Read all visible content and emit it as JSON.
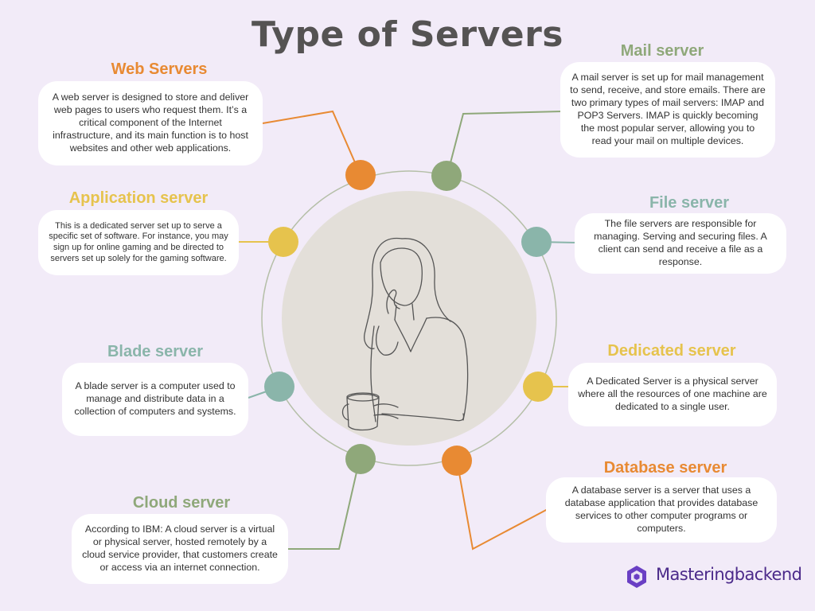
{
  "title": "Type of Servers",
  "colors": {
    "background": "#f2ebf8",
    "orange": "#e88a33",
    "green": "#8fa87a",
    "teal": "#8ab5aa",
    "yellow": "#e6c34d",
    "title": "#555353",
    "inner_circle": "#e3dfd9",
    "logo": "#4b2a8a"
  },
  "servers": {
    "web": {
      "title": "Web Servers",
      "text": "A web server is designed to store and deliver web pages to users who request them. It’s a critical component of the Internet infrastructure, and its main function is to host websites and other web applications.",
      "color": "#e88a33"
    },
    "application": {
      "title": "Application server",
      "text": "This is a dedicated server set up to serve a specific set of software. For instance, you may sign up for online gaming and be directed to servers set up solely for the gaming software.",
      "color": "#e6c34d"
    },
    "blade": {
      "title": "Blade server",
      "text": "A blade server is a computer used to manage and distribute data in a collection of computers and systems.",
      "color": "#8ab5aa"
    },
    "cloud": {
      "title": "Cloud server",
      "text": "According to IBM: A cloud server is a virtual or physical server, hosted remotely by a cloud service provider, that customers create or access via an internet connection.",
      "color": "#8fa87a"
    },
    "mail": {
      "title": "Mail server",
      "text": "A mail server is set up for mail management to send, receive, and store emails. There are two primary types of mail servers: IMAP and POP3 Servers. IMAP is quickly becoming the most popular server, allowing you to read your mail on multiple devices.",
      "color": "#8fa87a"
    },
    "file": {
      "title": "File server",
      "text": "The file servers are responsible for managing. Serving and securing files. A client can send and receive a file as a response.",
      "color": "#8ab5aa"
    },
    "dedicated": {
      "title": "Dedicated server",
      "text": "A Dedicated Server is a physical server where all the resources of one machine are dedicated to a single user.",
      "color": "#e6c34d"
    },
    "database": {
      "title": "Database server",
      "text": "A database server is a server that uses a database application that provides database services to other computer programs or computers.",
      "color": "#e88a33"
    }
  },
  "icons": {
    "center": "thinking-woman-illustration",
    "logo": "hexagon-logo-icon"
  },
  "logo": {
    "name": "Masteringbackend"
  }
}
